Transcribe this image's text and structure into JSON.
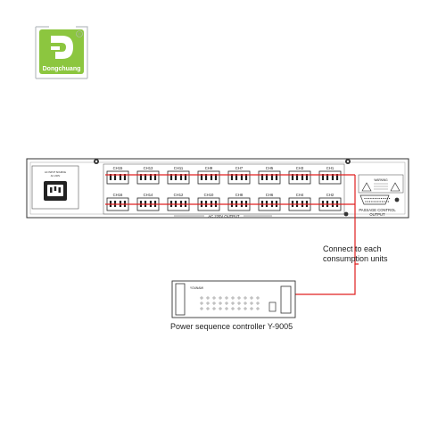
{
  "brand": {
    "name": "Dongchuang",
    "registered_mark": "®",
    "accent_color": "#8cc63f"
  },
  "rack_panel": {
    "channels_top": [
      "CH15",
      "CH13",
      "CH11",
      "CH9",
      "CH7",
      "CH5",
      "CH3",
      "CH1"
    ],
    "channels_bottom": [
      "CH16",
      "CH14",
      "CH12",
      "CH10",
      "CH8",
      "CH6",
      "CH4",
      "CH2"
    ],
    "output_label": "AC 220V OUTPUT",
    "input_label_line1": "AC INPUT SOURCE",
    "input_label_line2": "AC 220V",
    "warning_label": "WARNING",
    "passage_line1": "PASSAGE CONTROL",
    "passage_line2": "OUTPUT"
  },
  "annotation": {
    "line1": "Connect to each",
    "line2": "consumption units",
    "line_color": "#e02020"
  },
  "controller": {
    "brand_label": "YOUNAMI",
    "caption": "Power sequence controller  Y-9005"
  }
}
